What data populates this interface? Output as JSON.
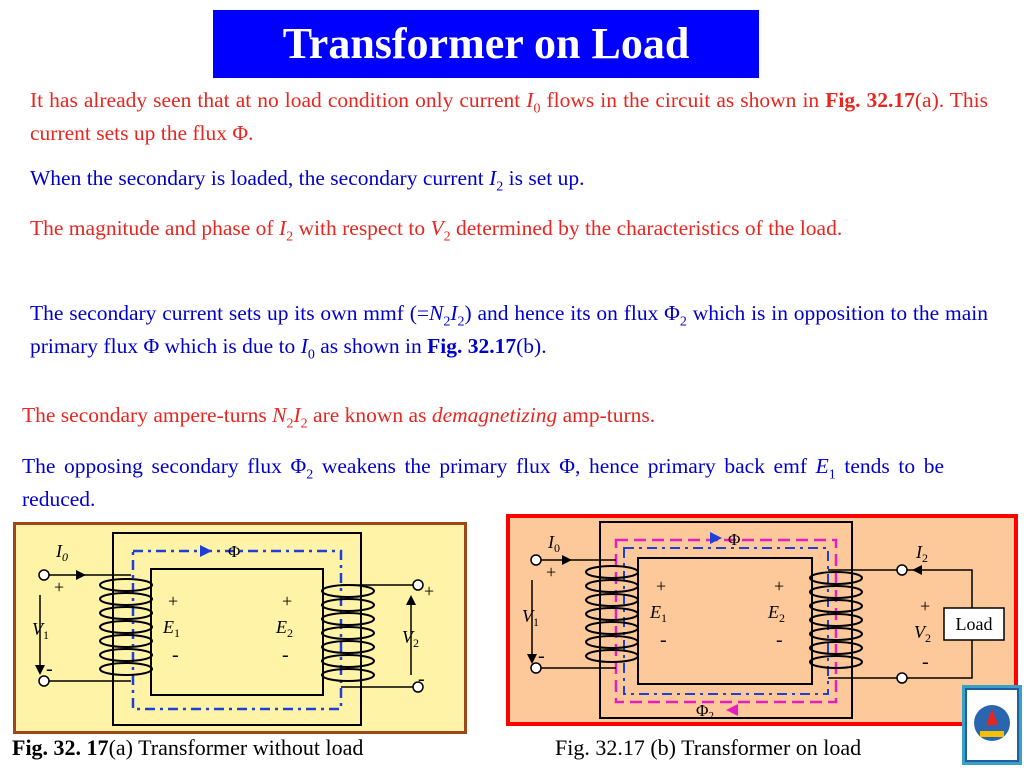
{
  "title": "Transformer on Load",
  "p1": {
    "a": "It has already seen that at no load condition only current ",
    "i0": "I",
    "i0sub": "0",
    "b": " flows in the circuit as shown in ",
    "fig": "Fig. 32.17",
    "c": "(a). This current sets up the flux Φ."
  },
  "p2": {
    "a": "When the secondary is loaded, the secondary current ",
    "i2": "I",
    "i2sub": "2",
    "b": " is set up."
  },
  "p3": {
    "a": "The magnitude and phase of ",
    "i2": "I",
    "i2sub": "2",
    "b": " with respect to ",
    "v2": "V",
    "v2sub": "2",
    "c": " determined by the characteristics of the load."
  },
  "p4": {
    "a": "The secondary current sets up its own mmf (=",
    "n": "N",
    "nsub": "2",
    "i": "I",
    "isub": "2",
    "b": ") and hence its on flux Φ",
    "phisub": "2",
    "c": " which is in opposition to the main primary flux Φ which is due to ",
    "i0": "I",
    "i0sub": "0",
    "d": " as shown in ",
    "fig": "Fig. 32.17",
    "e": "(b)."
  },
  "p5": {
    "a": "The secondary ampere-turns ",
    "n": "N",
    "nsub": "2",
    "i": "I",
    "isub": "2",
    "b": " are known as ",
    "em": "demagnetizing",
    "c": " amp-turns."
  },
  "p6": {
    "a": "The opposing secondary flux Φ",
    "phisub": "2",
    "b": " weakens the primary flux Φ, hence primary back emf ",
    "e": "E",
    "esub": "1",
    "c": " tends to be reduced."
  },
  "fig_a": {
    "i0": "I",
    "i0sub": "0",
    "phi": "Φ",
    "v1": "V",
    "v1sub": "1",
    "e1": "E",
    "e1sub": "1",
    "e2": "E",
    "e2sub": "2",
    "v2": "V",
    "v2sub": "2",
    "plus": "+",
    "minus": "-"
  },
  "fig_b": {
    "i0": "I",
    "i0sub": "0",
    "phi": "Φ",
    "phi2": "Φ",
    "phi2sub": "2",
    "v1": "V",
    "v1sub": "1",
    "e1": "E",
    "e1sub": "1",
    "e2": "E",
    "e2sub": "2",
    "i2": "I",
    "i2sub": "2",
    "v2": "V",
    "v2sub": "2",
    "load": "Load",
    "plus": "+",
    "minus": "-"
  },
  "caption_a": {
    "fig": "Fig. 32. 17",
    "text": "(a) Transformer without load"
  },
  "caption_b": {
    "text": "Fig. 32.17 (b) Transformer on load"
  },
  "colors": {
    "title_bg": "#0000ff",
    "red_text": "#e8251f",
    "blue_text": "#0000cc",
    "flux_blue": "#1f3fd6",
    "flux_magenta": "#e020c0"
  }
}
